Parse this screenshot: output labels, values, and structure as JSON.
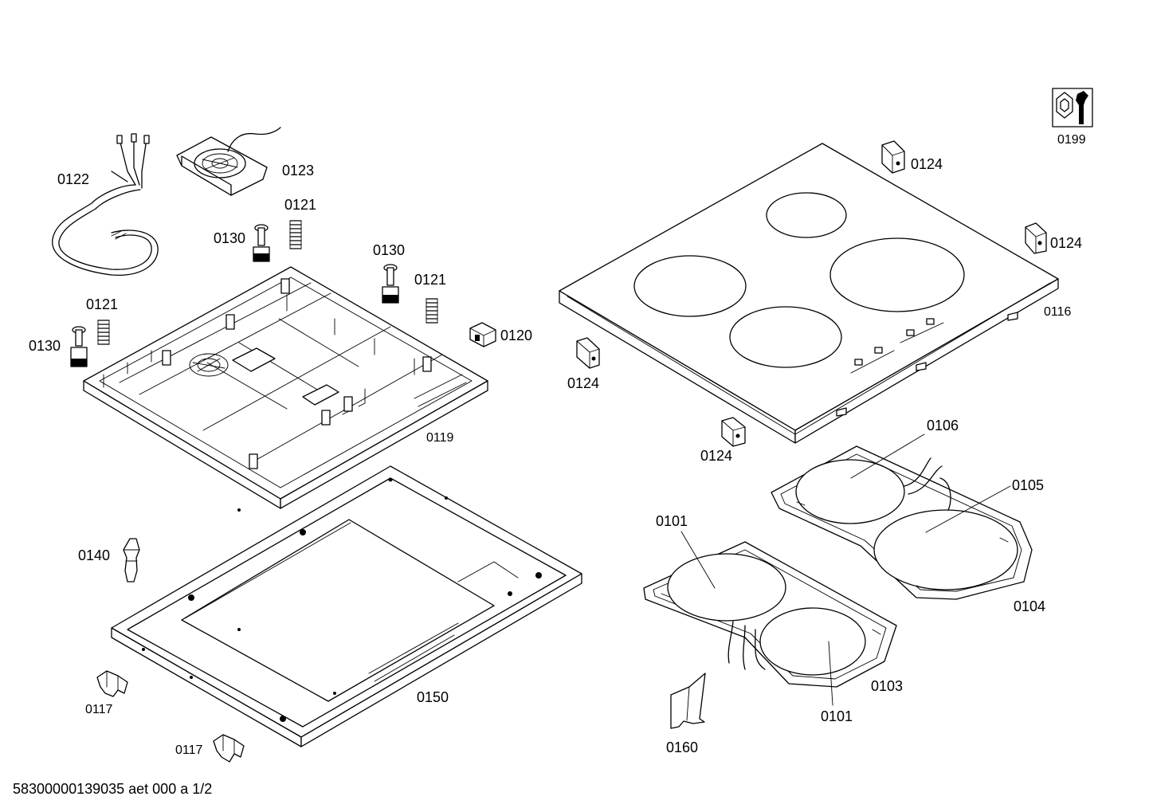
{
  "labels": {
    "p0101_a": "0101",
    "p0101_b": "0101",
    "p0103": "0103",
    "p0104": "0104",
    "p0105": "0105",
    "p0106": "0106",
    "p0116": "0116",
    "p0117_a": "0117",
    "p0117_b": "0117",
    "p0119": "0119",
    "p0120": "0120",
    "p0121_a": "0121",
    "p0121_b": "0121",
    "p0121_c": "0121",
    "p0122": "0122",
    "p0123": "0123",
    "p0124_a": "0124",
    "p0124_b": "0124",
    "p0124_c": "0124",
    "p0124_d": "0124",
    "p0130_a": "0130",
    "p0130_b": "0130",
    "p0130_c": "0130",
    "p0140": "0140",
    "p0150": "0150",
    "p0160": "0160",
    "p0199": "0199"
  },
  "footer": "58300000139035 aet 000 a 1/2"
}
